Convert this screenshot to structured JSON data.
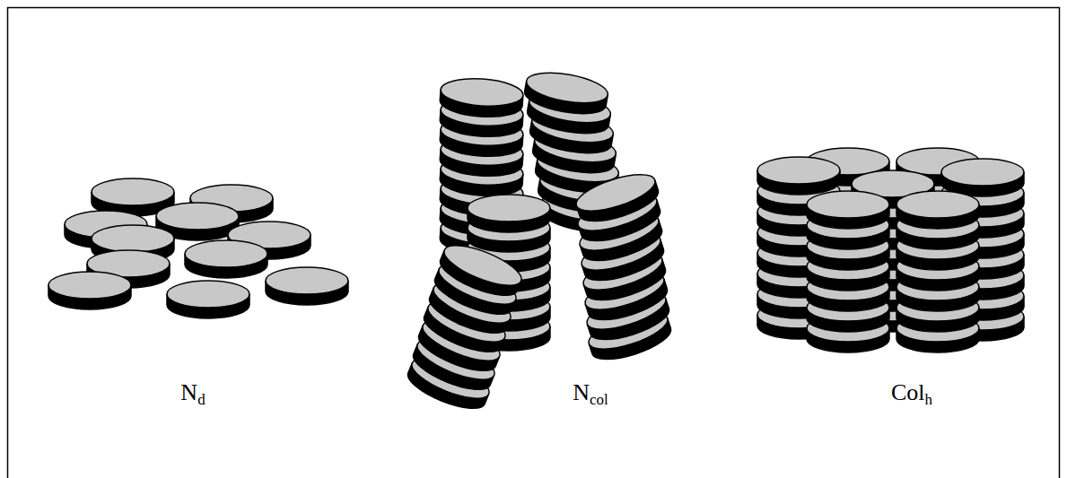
{
  "diagram": {
    "labels": [
      "Nd",
      "Ncol",
      "Colh"
    ]
  }
}
